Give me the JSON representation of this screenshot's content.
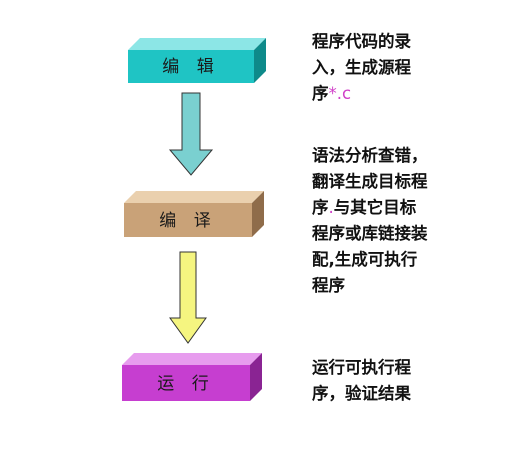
{
  "steps": [
    {
      "label": "编 辑",
      "front": "#1fc4c4",
      "top": "#8ce6e6",
      "side": "#0e8a8a"
    },
    {
      "label": "编 译",
      "front": "#c9a278",
      "top": "#ead0ae",
      "side": "#8f6c4a"
    },
    {
      "label": "运 行",
      "front": "#c63ed0",
      "top": "#e79cee",
      "side": "#8a2493"
    }
  ],
  "arrows": [
    {
      "name": "arrow-edit-to-compile",
      "color": "#7ad0d0"
    },
    {
      "name": "arrow-compile-to-run",
      "color": "#f5f580"
    }
  ],
  "notes": [
    {
      "text_pre": "程序代码的录\n入，生成源程\n序",
      "text_hl": "*.c",
      "text_post": ""
    },
    {
      "text_pre": "语法分析查错，\n翻译生成目标程\n序",
      "text_hl": ".",
      "text_post": "与其它目标\n程序或库链接装\n配,生成可执行\n程序"
    },
    {
      "text_pre": "运行可执行程\n序，验证结果",
      "text_hl": "",
      "text_post": ""
    }
  ]
}
